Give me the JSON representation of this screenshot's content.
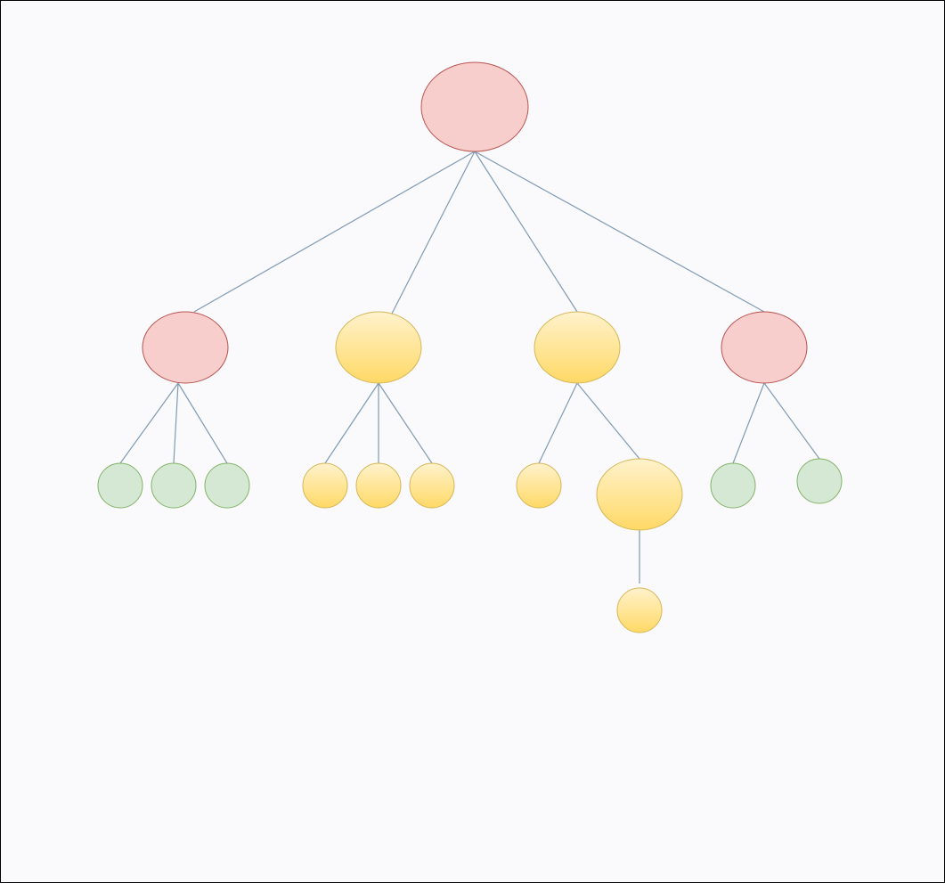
{
  "diagram": {
    "type": "tree",
    "nodes": [
      {
        "id": "root",
        "style": "red",
        "parent": null
      },
      {
        "id": "a",
        "style": "red",
        "parent": "root"
      },
      {
        "id": "b",
        "style": "yellow",
        "parent": "root"
      },
      {
        "id": "c",
        "style": "yellow",
        "parent": "root"
      },
      {
        "id": "d",
        "style": "red",
        "parent": "root"
      },
      {
        "id": "a1",
        "style": "green",
        "parent": "a"
      },
      {
        "id": "a2",
        "style": "green",
        "parent": "a"
      },
      {
        "id": "a3",
        "style": "green",
        "parent": "a"
      },
      {
        "id": "b1",
        "style": "yellow",
        "parent": "b"
      },
      {
        "id": "b2",
        "style": "yellow",
        "parent": "b"
      },
      {
        "id": "b3",
        "style": "yellow",
        "parent": "b"
      },
      {
        "id": "c1",
        "style": "yellow",
        "parent": "c"
      },
      {
        "id": "c2",
        "style": "yellow",
        "parent": "c"
      },
      {
        "id": "c2a",
        "style": "yellow",
        "parent": "c2"
      },
      {
        "id": "d1",
        "style": "green",
        "parent": "d"
      },
      {
        "id": "d2",
        "style": "green",
        "parent": "d"
      }
    ]
  },
  "colors": {
    "background": "#fafafc",
    "border": "#000000",
    "edge": "#7f9ab5",
    "red_fill": "#f8cecc",
    "red_stroke": "#b85450",
    "yellow_fill_top": "#fff2cc",
    "yellow_fill_bottom": "#ffd966",
    "yellow_stroke": "#d6b656",
    "green_fill": "#d5e8d4",
    "green_stroke": "#82b366"
  }
}
